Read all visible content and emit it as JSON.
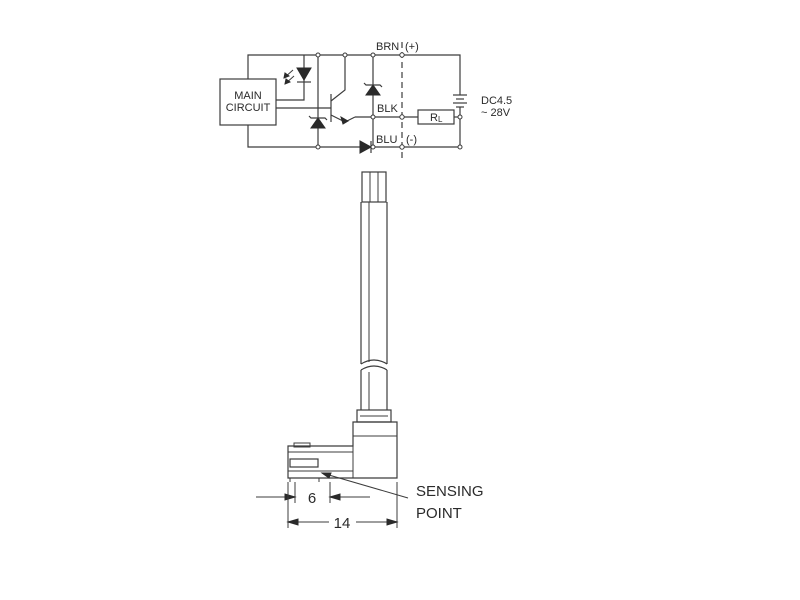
{
  "circuit": {
    "main_circuit_line1": "MAIN",
    "main_circuit_line2": "CIRCUIT",
    "brn_label": "BRN",
    "brn_polarity": "(+)",
    "blk_label": "BLK",
    "blu_label": "BLU",
    "blu_polarity": "(-)",
    "load_label_main": "R",
    "load_label_sub": "L",
    "supply_line1": "DC4.5",
    "supply_line2": "~ 28V"
  },
  "dimensions": {
    "sensing_width": "6",
    "body_width": "14",
    "sensing_point_line1": "SENSING",
    "sensing_point_line2": "POINT"
  }
}
